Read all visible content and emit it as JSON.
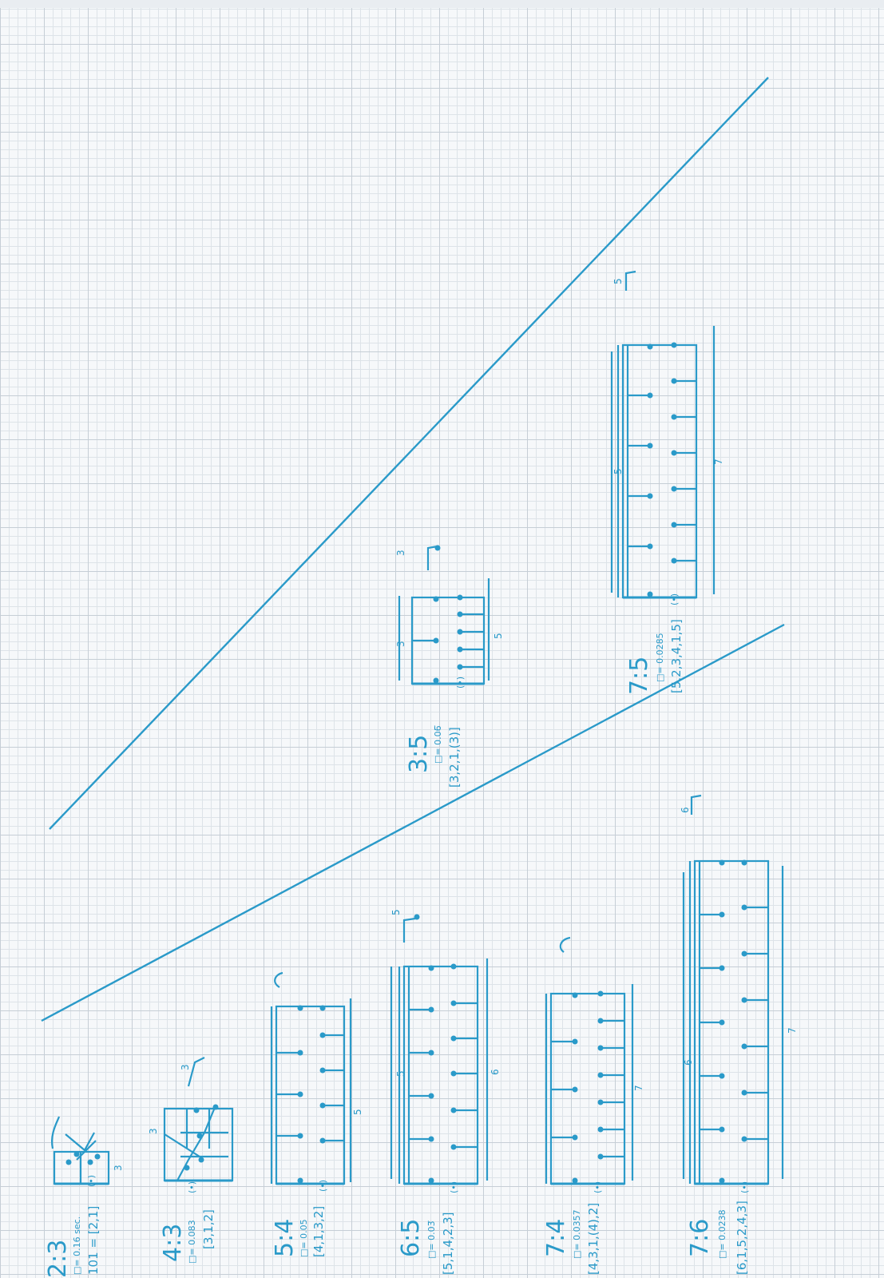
{
  "colors": {
    "ink": "#2a9ac9",
    "grid": "#c6ced6",
    "paper": "#f6f8fa"
  },
  "entries": [
    {
      "ratio": "2:3",
      "unit": "□= 0.16 sec.",
      "list": "101 = [2,1]",
      "numbers": [
        "3"
      ]
    },
    {
      "ratio": "4:3",
      "unit": "□= 0.083",
      "list": "[3,1,2]",
      "numbers": [
        "3",
        "3"
      ]
    },
    {
      "ratio": "5:4",
      "unit": "□= 0.05",
      "list": "[4,1,3,2]",
      "numbers": [
        "5"
      ]
    },
    {
      "ratio": "6:5",
      "unit": "□= 0.03̅",
      "list": "[5,1,4,2,3]",
      "numbers": [
        "5",
        "5",
        "6"
      ]
    },
    {
      "ratio": "7:4",
      "unit": "□= 0.0357",
      "list": "[4,3,1,(4),2]",
      "numbers": [
        "7"
      ]
    },
    {
      "ratio": "7:6",
      "unit": "□= 0.0238",
      "list": "[6,1,5,2,4,3]",
      "numbers": [
        "6",
        "6",
        "7"
      ]
    },
    {
      "ratio": "3:5",
      "unit": "□= 0.06̅",
      "list": "[3,2,1,(3)]",
      "numbers": [
        "3",
        "3",
        "5"
      ]
    },
    {
      "ratio": "7:5",
      "unit": "□= 0.0285",
      "list": "[5,2,3,4,1,5]",
      "numbers": [
        "5",
        "5",
        "7"
      ]
    }
  ],
  "markers": {
    "paren": "(•)"
  }
}
